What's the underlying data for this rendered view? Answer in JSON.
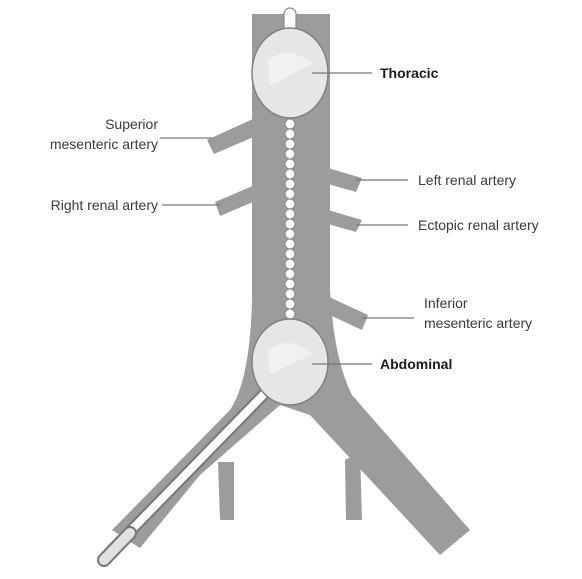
{
  "labels": {
    "thoracic": "Thoracic",
    "abdominal": "Abdominal",
    "superior_line1": "Superior",
    "superior_line2": "mesenteric artery",
    "right_renal": "Right renal artery",
    "left_renal": "Left renal artery",
    "ectopic_renal": "Ectopic renal artery",
    "inferior_line1": "Inferior",
    "inferior_line2": "mesenteric artery"
  },
  "colors": {
    "vessel": "#9c9c9c",
    "balloon": "#e6e6e6",
    "catheter": "#ffffff",
    "text": "#3a3a3a"
  }
}
